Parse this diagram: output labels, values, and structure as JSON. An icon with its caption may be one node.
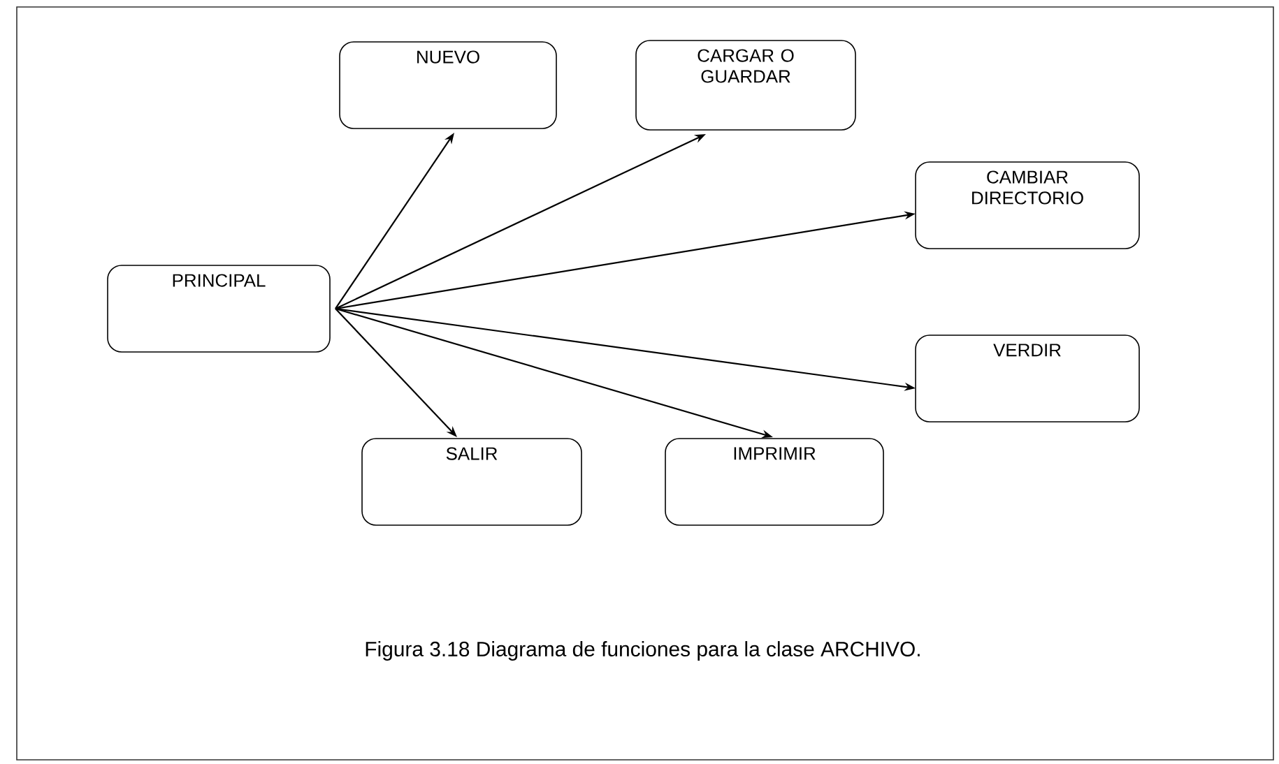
{
  "diagram": {
    "caption": "Figura 3.18 Diagrama de funciones para la clase ARCHIVO.",
    "nodes": [
      {
        "text": [
          "PRINCIPAL"
        ]
      },
      {
        "text": [
          "NUEVO"
        ]
      },
      {
        "text": [
          "CARGAR O GUARDAR"
        ]
      },
      {
        "text": [
          "CAMBIAR DIRECTORIO"
        ]
      },
      {
        "text": [
          "VERDIR"
        ]
      },
      {
        "text": [
          "SALIR"
        ]
      },
      {
        "text": [
          "IMPRIMIR"
        ]
      }
    ],
    "edges": [
      {
        "from": 0,
        "to": 1,
        "arrow": "to"
      },
      {
        "from": 0,
        "to": 2,
        "arrow": "to"
      },
      {
        "from": 0,
        "to": 3,
        "arrow": "to"
      },
      {
        "from": 0,
        "to": 4,
        "arrow": "to"
      },
      {
        "from": 0,
        "to": 5,
        "arrow": "to"
      },
      {
        "from": 0,
        "to": 6,
        "arrow": "to"
      }
    ]
  }
}
